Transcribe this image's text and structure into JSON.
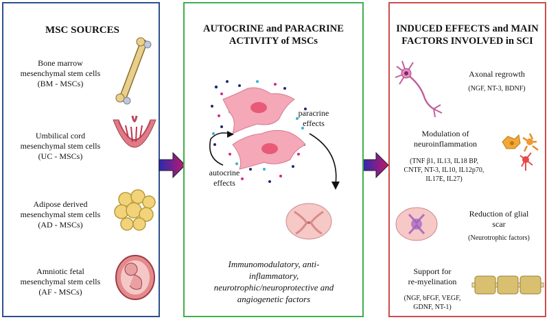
{
  "panel1": {
    "title": "MSC SOURCES",
    "items": [
      {
        "l1": "Bone marrow",
        "l2": "mesenchymal stem cells",
        "l3": "(BM - MSCs)"
      },
      {
        "l1": "Umbilical cord",
        "l2": "mesenchymal stem cells",
        "l3": "(UC - MSCs)"
      },
      {
        "l1": "Adipose derived",
        "l2": "mesenchymal stem cells",
        "l3": "(AD - MSCs)"
      },
      {
        "l1": "Amniotic fetal",
        "l2": "mesenchymal stem cells",
        "l3": "(AF - MSCs)"
      }
    ]
  },
  "panel2": {
    "title_l1": "AUTOCRINE and PARACRINE",
    "title_l2": "ACTIVITY of MSCs",
    "paracrine_l1": "paracrine",
    "paracrine_l2": "effects",
    "autocrine_l1": "autocrine",
    "autocrine_l2": "effects",
    "factors_l1": "Immunomodulatory, anti-",
    "factors_l2": "inflammatory,",
    "factors_l3": "neurotrophic/neuroprotective and",
    "factors_l4": "angiogenetic factors"
  },
  "panel3": {
    "title_l1": "INDUCED EFFECTS and MAIN",
    "title_l2": "FACTORS INVOLVED in SCI",
    "e1_title": "Axonal regrowth",
    "e1_factors": "(NGF, NT-3, BDNF)",
    "e2_title_l1": "Modulation of",
    "e2_title_l2": "neuroinflammation",
    "e2_f1": "(TNF β1, IL13, IL18 BP,",
    "e2_f2": "CNTF, NT-3, IL10, IL12p70,",
    "e2_f3": "IL17E, IL27)",
    "e3_title_l1": "Reduction of glial",
    "e3_title_l2": "scar",
    "e3_factors": "(Neurotrophic factors)",
    "e4_title_l1": "Support for",
    "e4_title_l2": "re-myelination",
    "e4_f1": "(NGF, bFGF, VEGF,",
    "e4_f2": "GDNF, NT-1)"
  },
  "colors": {
    "panel1_border": "#2c4f8c",
    "panel2_border": "#3fae4e",
    "panel3_border": "#d04a4a",
    "arrow_gradient": [
      "#2a2ab0",
      "#c2186b"
    ],
    "msc_cell": "#f4a8b8"
  }
}
